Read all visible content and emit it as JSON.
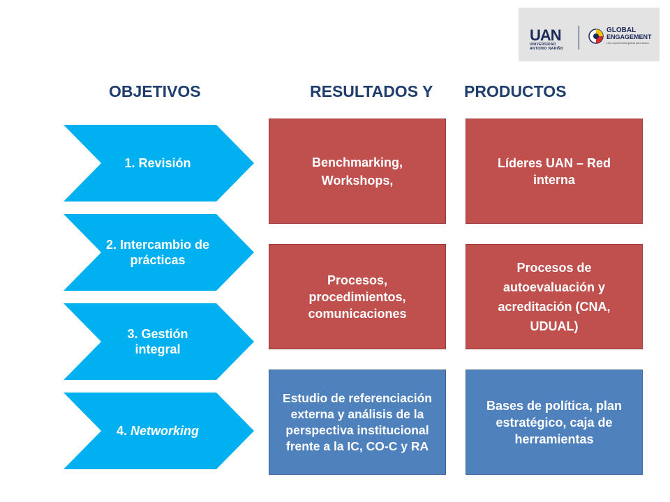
{
  "logo": {
    "uan": "UAN",
    "uan_sub": "UNIVERSIDAD ANTONIO NARIÑO",
    "global": "GLOBAL",
    "engagement": "ENGAGEMENT",
    "tagline": "Una experiencia global para todos"
  },
  "headings": {
    "objetivos": "OBJETIVOS",
    "resultados": "RESULTADOS Y",
    "productos": "PRODUCTOS"
  },
  "objectives": [
    {
      "prefix": "1. Revisión",
      "italic": ""
    },
    {
      "prefix": "2. Intercambio de prácticas",
      "italic": ""
    },
    {
      "prefix": "3. Gestión integral",
      "italic": ""
    },
    {
      "prefix": "4. ",
      "italic": "Networking"
    }
  ],
  "results": [
    "Benchmarking, Workshops,",
    "Procesos, procedimientos, comunicaciones",
    "Estudio de referenciación externa y análisis de la perspectiva institucional frente a la IC, CO-C y RA"
  ],
  "products": [
    "Líderes UAN – Red interna",
    "Procesos de autoevaluación y acreditación (CNA, UDUAL)",
    "Bases de política, plan estratégico, caja de herramientas"
  ],
  "colors": {
    "chevron": "#00b0f0",
    "red_box": "#c0504d",
    "blue_box": "#4f81bd",
    "heading": "#1f3e6e"
  }
}
